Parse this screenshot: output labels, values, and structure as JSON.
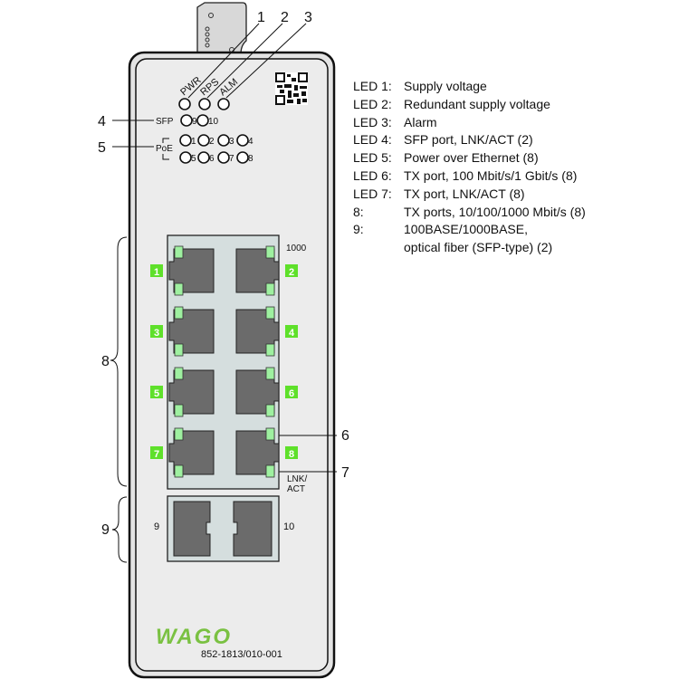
{
  "device": {
    "led_labels": {
      "pwr": "PWR",
      "rps": "RPS",
      "alm": "ALM"
    },
    "sfp_label": "SFP",
    "poe_label": "PoE",
    "sfp_led_numbers": [
      "9",
      "10"
    ],
    "poe_led_numbers": [
      "1",
      "2",
      "3",
      "4",
      "5",
      "6",
      "7",
      "8"
    ],
    "port_numbers": [
      "1",
      "2",
      "3",
      "4",
      "5",
      "6",
      "7",
      "8"
    ],
    "speed_label": "1000",
    "lnk_label_1": "LNK/",
    "lnk_label_2": "ACT",
    "sfp_port_left": "9",
    "sfp_port_right": "10",
    "logo": "WAGO",
    "model": "852-1813/010-001"
  },
  "callouts": [
    "1",
    "2",
    "3",
    "4",
    "5",
    "6",
    "7",
    "8",
    "9"
  ],
  "legend": [
    {
      "key": "LED 1:",
      "text": "Supply voltage"
    },
    {
      "key": "LED 2:",
      "text": "Redundant supply voltage"
    },
    {
      "key": "LED 3:",
      "text": "Alarm"
    },
    {
      "key": "LED 4:",
      "text": "SFP port, LNK/ACT (2)"
    },
    {
      "key": "LED 5:",
      "text": "Power over Ethernet (8)"
    },
    {
      "key": "LED 6:",
      "text": "TX port, 100 Mbit/s/1 Gbit/s (8)"
    },
    {
      "key": "LED 7:",
      "text": "TX port, LNK/ACT (8)"
    },
    {
      "key": "8:",
      "text": "TX ports, 10/100/1000 Mbit/s (8)"
    },
    {
      "key": "9:",
      "text": "100BASE/1000BASE,"
    },
    {
      "key": "",
      "text": "optical fiber (SFP-type) (2)"
    }
  ],
  "colors": {
    "green": "#7ed957",
    "led_green": "#9ef0a0",
    "badge": "#5ee02a",
    "port": "#6b6b6b",
    "panel": "#d5dede",
    "body": "#e9e9e9",
    "logo": "#7ac142"
  }
}
